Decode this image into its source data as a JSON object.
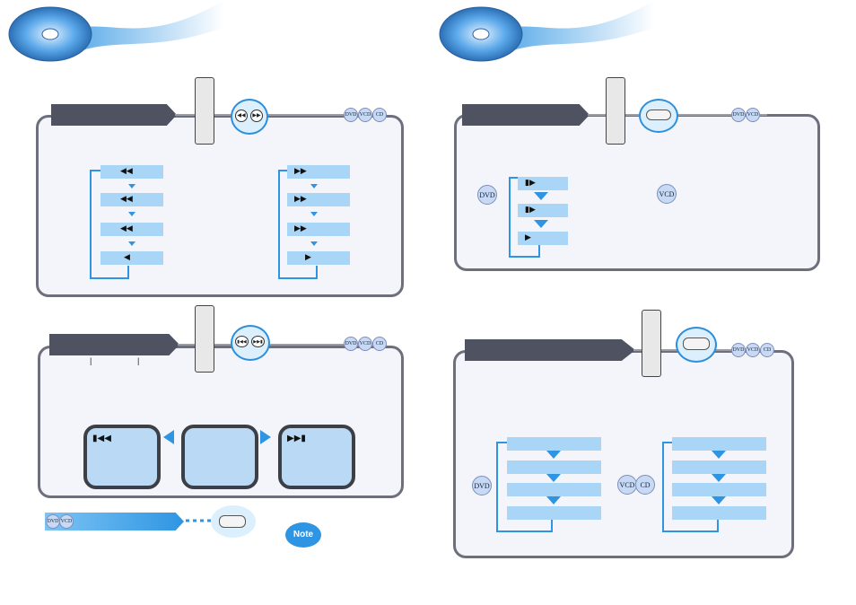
{
  "colors": {
    "accent": "#2f95e2",
    "panel_border": "#6d6f7c",
    "bar": "#a9d5f6",
    "tab": "#4f5260"
  },
  "badges": {
    "dvd": "DVD",
    "vcd": "VCD",
    "cd": "CD"
  },
  "icons": {
    "rew": "◀◀",
    "ff": "▶▶",
    "play": "▶",
    "rew_play": "◀",
    "step": "▮▶",
    "skip_back": "▮◀◀",
    "skip_fwd": "▶▶▮"
  },
  "search": {
    "rew_icons": [
      "◀◀",
      "◀◀",
      "◀◀",
      "◀"
    ],
    "ff_icons": [
      "▶▶",
      "▶▶",
      "▶▶",
      "▶"
    ]
  },
  "step": {
    "icons": [
      "▮▶",
      "▮▶",
      "▶"
    ]
  },
  "skip": {
    "screen_left_icon": "▮◀◀",
    "screen_right_icon": "▶▶▮",
    "tick_marks": [
      "|",
      "|"
    ]
  },
  "note": {
    "label": "Note"
  }
}
